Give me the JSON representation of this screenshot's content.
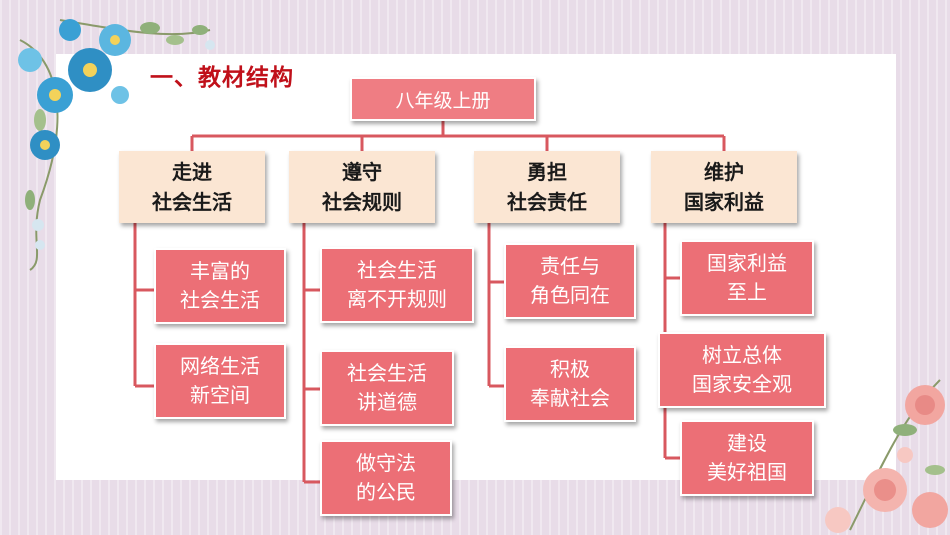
{
  "slide": {
    "title": "一、教材结构"
  },
  "tree": {
    "root": "八年级上册",
    "categories": [
      {
        "label": "走进\n社会生活",
        "children": [
          "丰富的\n社会生活",
          "网络生活\n新空间"
        ]
      },
      {
        "label": "遵守\n社会规则",
        "children": [
          "社会生活\n离不开规则",
          "社会生活\n讲道德",
          "做守法\n的公民"
        ]
      },
      {
        "label": "勇担\n社会责任",
        "children": [
          "责任与\n角色同在",
          "积极\n奉献社会"
        ]
      },
      {
        "label": "维护\n国家利益",
        "children": [
          "国家利益\n至上",
          "树立总体\n国家安全观",
          "建设\n美好祖国"
        ]
      }
    ]
  },
  "colors": {
    "accent": "#c0101a",
    "connector": "#d8585f",
    "leaf_fill": "#ec6f76",
    "category_fill": "#fbe6d3",
    "flower_blue": "#2f8fc4"
  },
  "decorations": {
    "top_left": "blue-flower-cluster",
    "bottom_right": "pink-rose-cluster"
  }
}
